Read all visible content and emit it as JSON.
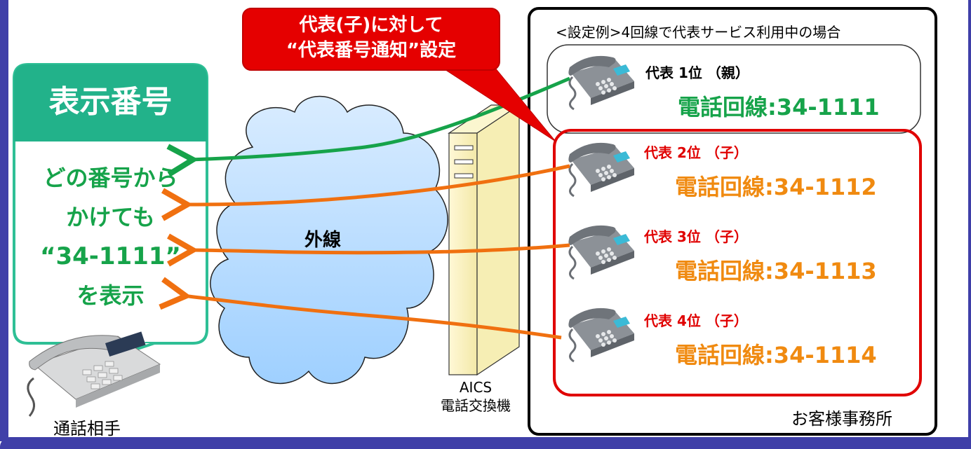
{
  "callout": {
    "line1": "代表(子)に対して",
    "line2": "“代表番号通知”設定"
  },
  "display": {
    "header": "表示番号",
    "line1": "どの番号から",
    "line2": "かけても",
    "line3": "“34-1111”",
    "line4": "を表示"
  },
  "caller_label": "通話相手",
  "cloud_label": "外線",
  "exchange": {
    "line1": "AICS",
    "line2": "電話交換機"
  },
  "office": {
    "title": "<設定例>4回線で代表サービス利用中の場合",
    "name": "お客様事務所",
    "lines": [
      {
        "rank": "代表 1位 （親）",
        "number": "電話回線:34-1111"
      },
      {
        "rank": "代表 2位 （子）",
        "number": "電話回線:34-1112"
      },
      {
        "rank": "代表 3位 （子）",
        "number": "電話回線:34-1113"
      },
      {
        "rank": "代表 4位 （子）",
        "number": "電話回線:34-1114"
      }
    ]
  },
  "colors": {
    "green": "#16a34a",
    "orange": "#f07010",
    "red": "#e00000",
    "frame": "#3f3fa8"
  }
}
